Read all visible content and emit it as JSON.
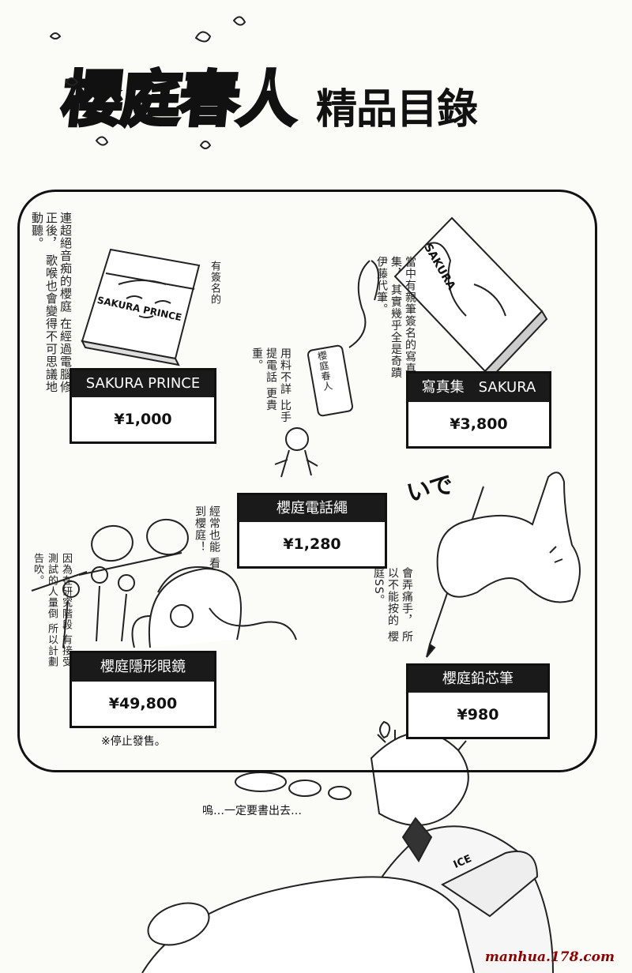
{
  "title": {
    "main": "櫻庭春人",
    "sub": "精品目錄"
  },
  "side_notes": {
    "cd_blurb": "連超絕音痴的櫻庭 在經過電腦修正後， 歌喉也會變得不可思議地動聽。",
    "cd_signature": "有簽名的",
    "photo_blurb": "當中有親筆簽名的寫真集， 其實幾乎全是奇蹟伊藤代筆。",
    "strap_blurb": "用料不詳 比手提電話 更貴重。",
    "lens_bubble": "經常也能 看到櫻庭！",
    "lens_blurb": "因為在研究階段 有接受測試的人量倒 所以計劃告吹。",
    "pencil_blurb": "會弄痛手， 所以不能按的 櫻庭SS。",
    "pencil_cry": "いで",
    "strap_charm": "櫻庭春人",
    "cd_cover_text": "SAKURA PRINCE",
    "photo_cover_text": "SAKURA"
  },
  "products": [
    {
      "name": "SAKURA PRINCE",
      "price": "¥1,000"
    },
    {
      "name": "寫真集　SAKURA",
      "price": "¥3,800"
    },
    {
      "name": "櫻庭電話繩",
      "price": "¥1,280"
    },
    {
      "name": "櫻庭隱形眼鏡",
      "price": "¥49,800",
      "note": "※停止發售。"
    },
    {
      "name": "櫻庭鉛芯筆",
      "price": "¥980"
    }
  ],
  "bottom": {
    "speech": "嗚…一定要書出去…",
    "pillow_text": "ICE",
    "watermark": "manhua.178.com"
  }
}
